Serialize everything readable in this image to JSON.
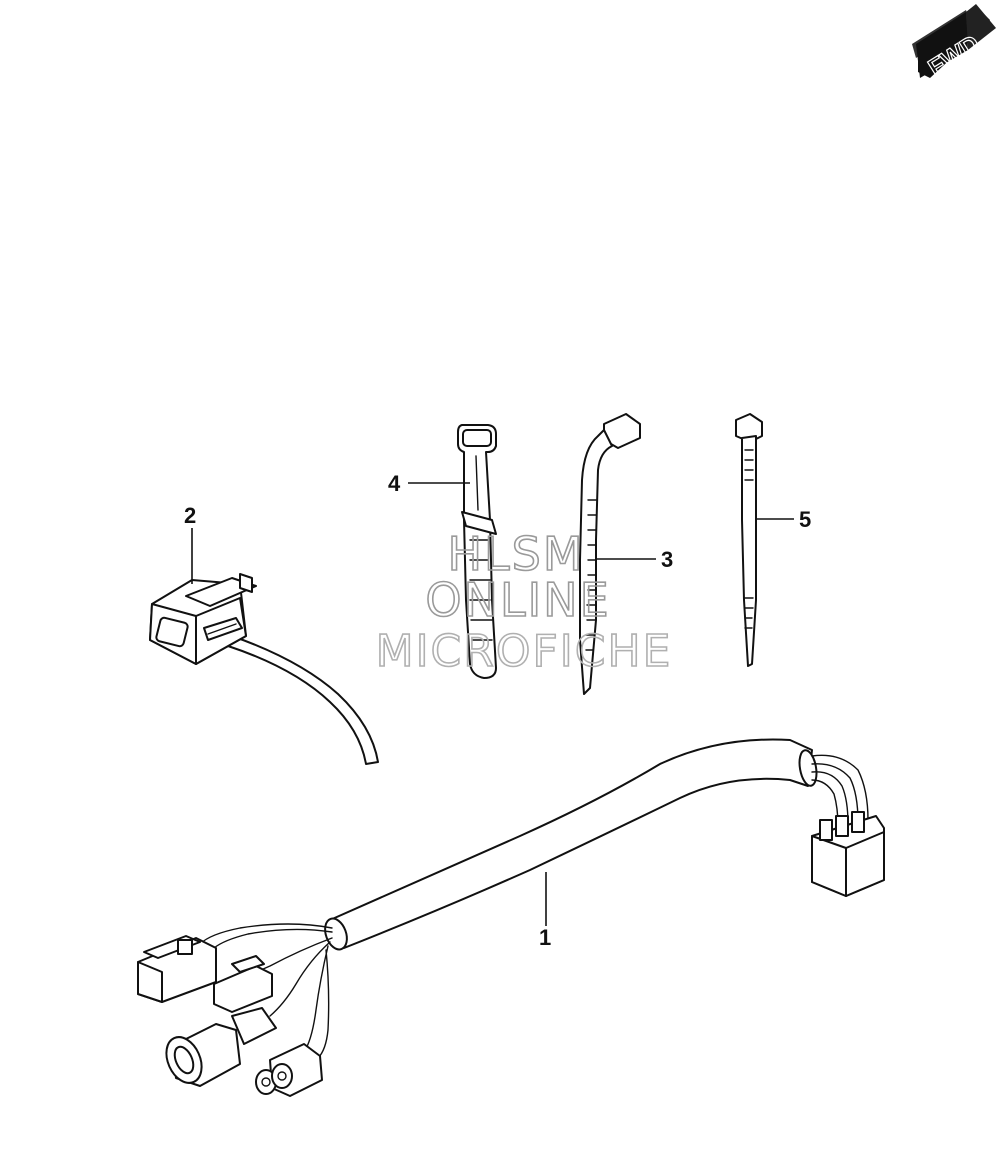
{
  "fwd_badge": {
    "text": "FWD",
    "icon": "fwd-arrow-icon"
  },
  "watermark": {
    "line1": "HLSM",
    "line2": "ONLINE",
    "line3": "MICROFICHE"
  },
  "callouts": [
    {
      "number": "1",
      "part": "main-wiring-harness"
    },
    {
      "number": "2",
      "part": "switch-with-lead"
    },
    {
      "number": "3",
      "part": "clamp-tie-bent"
    },
    {
      "number": "4",
      "part": "clamp-band"
    },
    {
      "number": "5",
      "part": "cable-tie"
    }
  ],
  "colors": {
    "line": "#111111",
    "background": "#ffffff",
    "watermark": "#9a9a9a"
  }
}
